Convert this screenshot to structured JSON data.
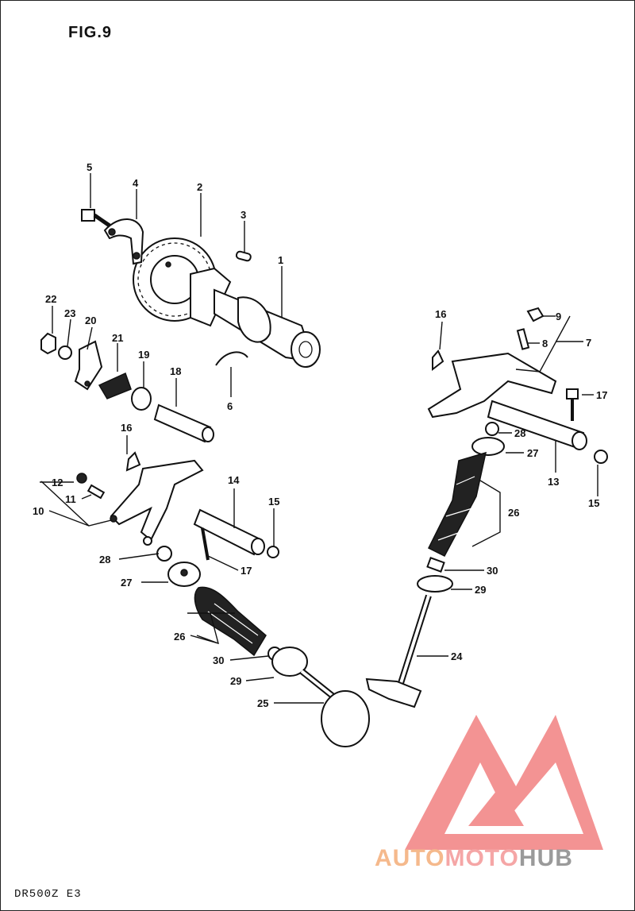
{
  "figure": {
    "title": "FIG.9",
    "model": "DR500Z E3"
  },
  "part_labels": [
    "1",
    "2",
    "3",
    "4",
    "5",
    "6",
    "7",
    "8",
    "9",
    "10",
    "11",
    "12",
    "13",
    "14",
    "15",
    "15",
    "16",
    "16",
    "17",
    "17",
    "18",
    "19",
    "20",
    "21",
    "22",
    "23",
    "24",
    "25",
    "26",
    "26",
    "27",
    "27",
    "28",
    "28",
    "29",
    "29",
    "30",
    "30"
  ],
  "watermark": {
    "part1": "AUTO",
    "part2": "MOTO",
    "part3": "HUB",
    "colors": {
      "auto": "#f5b98c",
      "moto": "#f5a6a6",
      "hub": "#9a9a9a",
      "logo": "#f07070"
    }
  }
}
